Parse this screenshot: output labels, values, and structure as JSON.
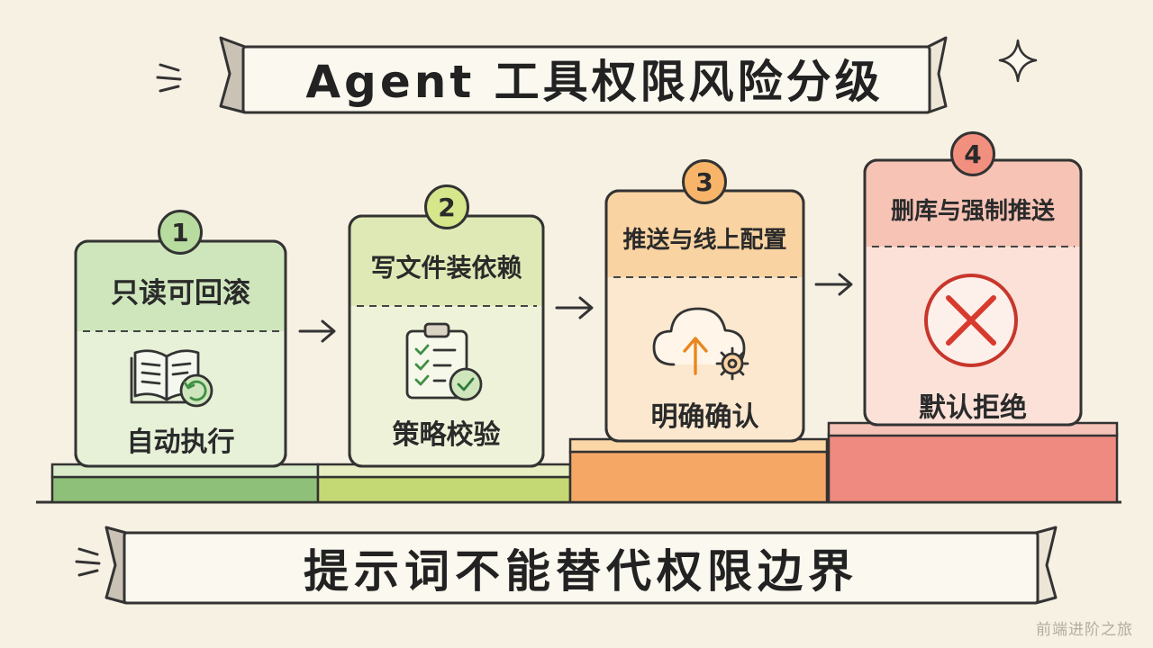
{
  "title": "Agent 工具权限风险分级",
  "steps": [
    {
      "number": "1",
      "level": "只读可回滚",
      "action": "自动执行",
      "icon": "book-undo-icon"
    },
    {
      "number": "2",
      "level": "写文件装依赖",
      "action": "策略校验",
      "icon": "clipboard-check-icon"
    },
    {
      "number": "3",
      "level": "推送与线上配置",
      "action": "明确确认",
      "icon": "cloud-upload-gear-icon"
    },
    {
      "number": "4",
      "level": "删库与强制推送",
      "action": "默认拒绝",
      "icon": "x-circle-icon"
    }
  ],
  "conclusion": "提示词不能替代权限边界",
  "watermark": "前端进阶之旅",
  "colors": {
    "step1": "#9fcc8a",
    "step2": "#c9dc7f",
    "step3": "#f6aa62",
    "step4": "#ef8a7d",
    "deny_red": "#d83a2e"
  }
}
